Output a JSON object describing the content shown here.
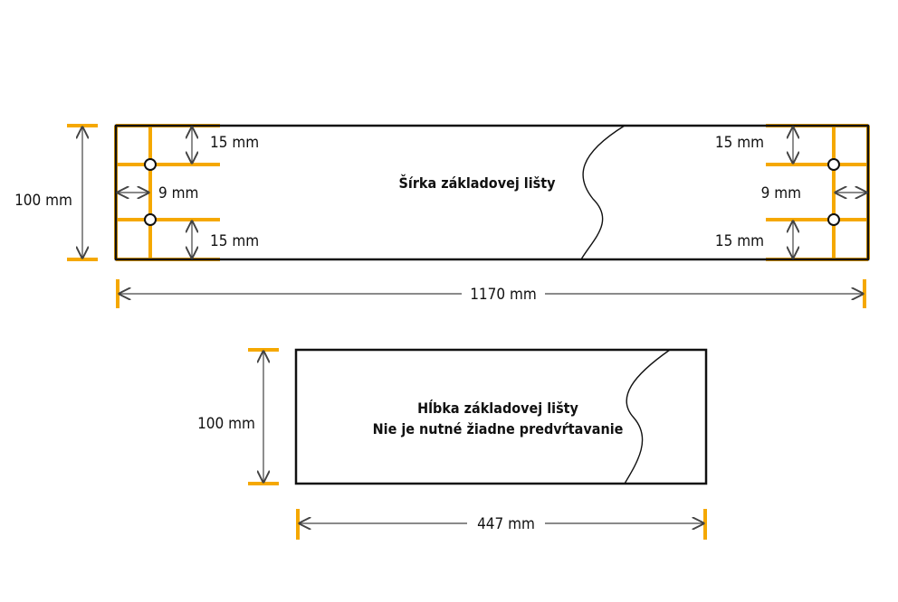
{
  "colors": {
    "accent": "#f5a800",
    "outline": "#111111",
    "dimension_line": "#444444",
    "background": "#ffffff"
  },
  "long_board": {
    "label": "Šírka základovej lišty",
    "height_label": "100 mm",
    "length_label": "1170 mm",
    "left_hole_top_offset": "15 mm",
    "left_hole_bottom_offset": "15 mm",
    "left_hole_edge_offset": "9 mm",
    "right_hole_top_offset": "15 mm",
    "right_hole_bottom_offset": "15 mm",
    "right_hole_edge_offset": "9 mm"
  },
  "short_board": {
    "label_line1": "Hĺbka základovej lišty",
    "label_line2": "Nie je nutné žiadne predvŕtavanie",
    "height_label": "100 mm",
    "length_label": "447 mm"
  }
}
